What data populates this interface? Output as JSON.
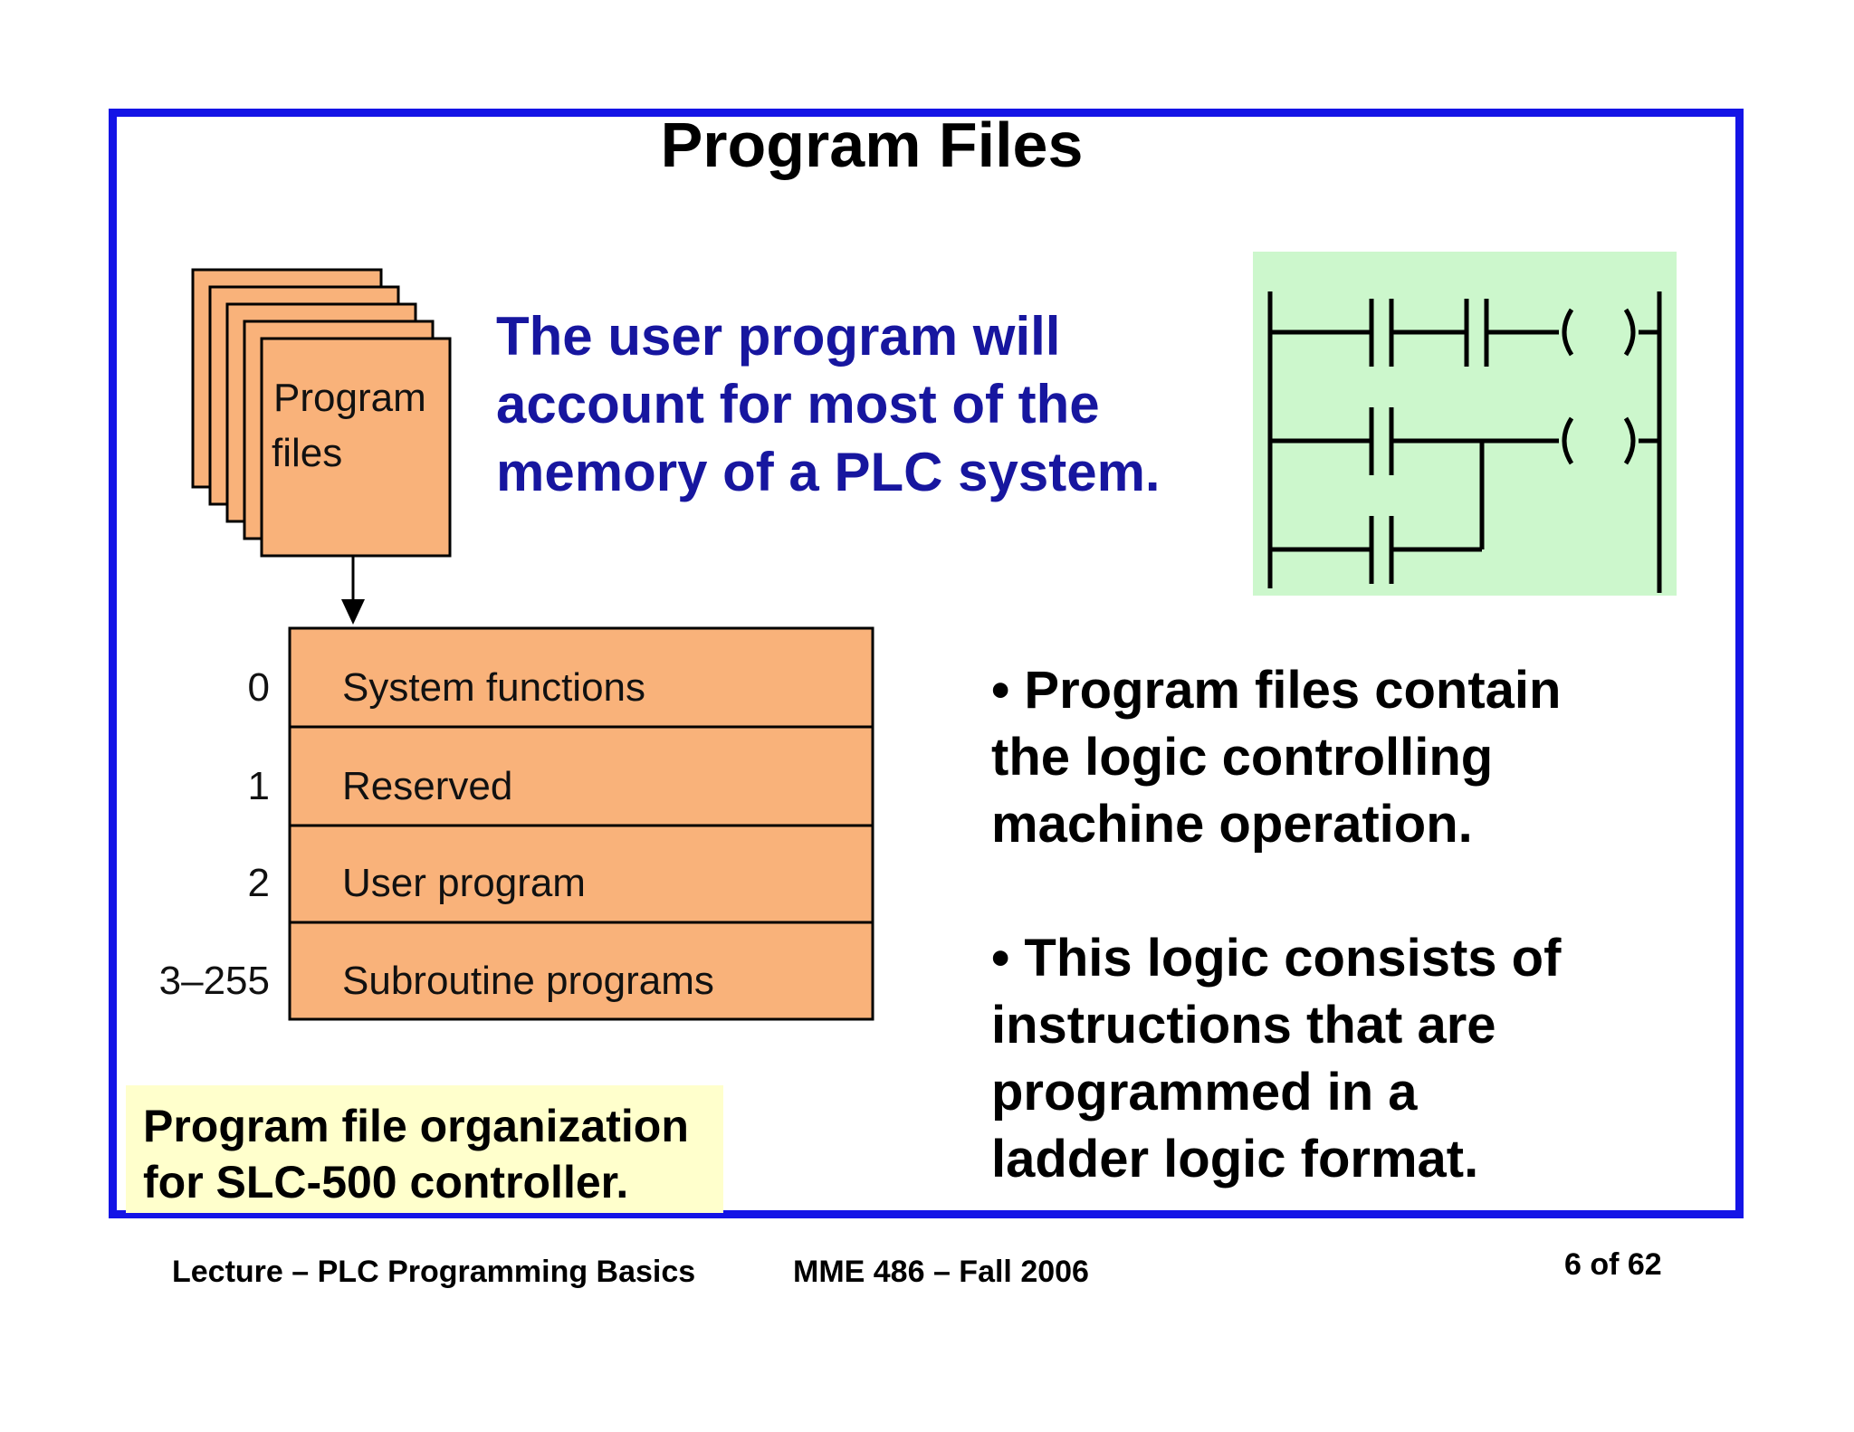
{
  "slide": {
    "title": "Program Files",
    "intro_lines": [
      "The user program will",
      "account for most of the",
      "memory of a PLC system."
    ],
    "bullets": [
      [
        "• Program files contain",
        "the logic controlling",
        "machine operation."
      ],
      [
        "• This logic consists of",
        "instructions that are",
        "programmed in a",
        "ladder logic format."
      ]
    ],
    "document_stack": {
      "label_line1": "Program",
      "label_line2": "files"
    },
    "memory_map": [
      {
        "index": "0",
        "label": "System functions"
      },
      {
        "index": "1",
        "label": "Reserved"
      },
      {
        "index": "2",
        "label": "User program"
      },
      {
        "index": "3–255",
        "label": "Subroutine programs"
      }
    ],
    "caption_lines": [
      "Program file organization",
      "for SLC-500 controller."
    ]
  },
  "footer": {
    "lecture": "Lecture – PLC Programming Basics",
    "course": "MME 486 – Fall 2006",
    "page": "6 of 62"
  },
  "colors": {
    "frame": "#1414e6",
    "intro_text": "#17169f",
    "file_fill": "#f9b27a",
    "ladder_bg": "#ccf7cc",
    "caption_bg": "#ffffcc"
  }
}
